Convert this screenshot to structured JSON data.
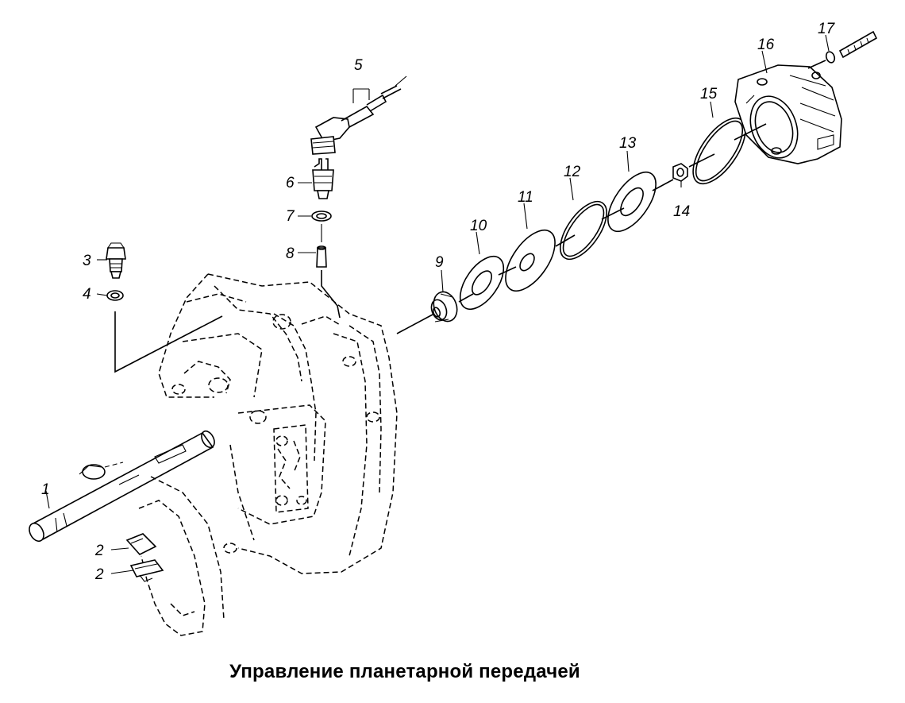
{
  "caption": "Управление планетарной передачей",
  "callouts": [
    {
      "id": "1",
      "text": "1"
    },
    {
      "id": "2a",
      "text": "2"
    },
    {
      "id": "2b",
      "text": "2"
    },
    {
      "id": "3",
      "text": "3"
    },
    {
      "id": "4",
      "text": "4"
    },
    {
      "id": "5",
      "text": "5"
    },
    {
      "id": "6",
      "text": "6"
    },
    {
      "id": "7",
      "text": "7"
    },
    {
      "id": "8",
      "text": "8"
    },
    {
      "id": "9",
      "text": "9"
    },
    {
      "id": "10",
      "text": "10"
    },
    {
      "id": "11",
      "text": "11"
    },
    {
      "id": "12",
      "text": "12"
    },
    {
      "id": "13",
      "text": "13"
    },
    {
      "id": "14",
      "text": "14"
    },
    {
      "id": "15",
      "text": "15"
    },
    {
      "id": "16",
      "text": "16"
    },
    {
      "id": "17",
      "text": "17"
    }
  ]
}
